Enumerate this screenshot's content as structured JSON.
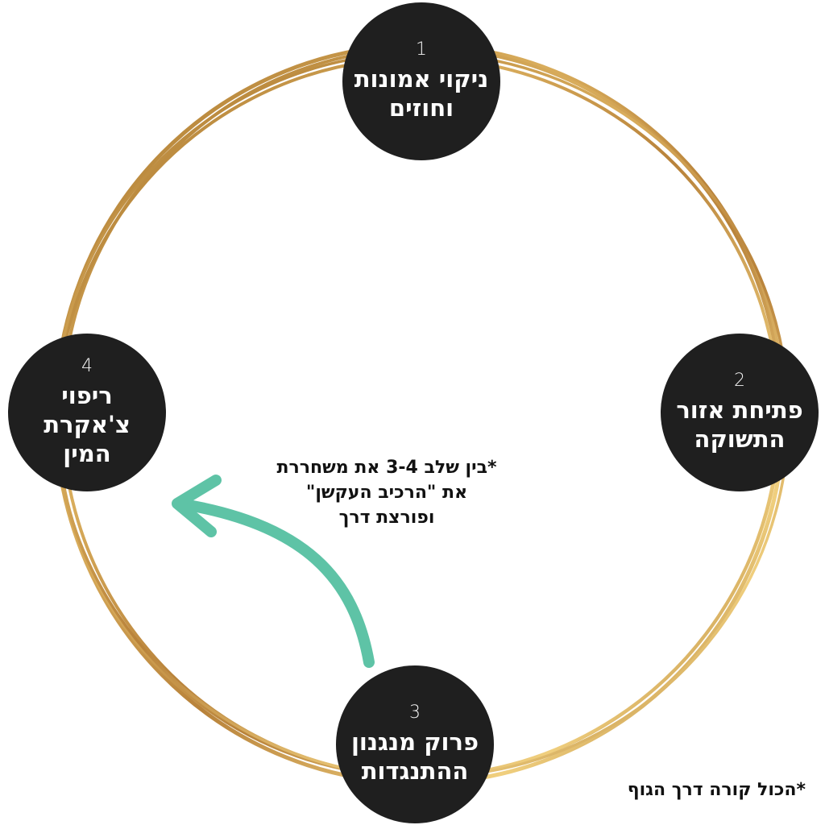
{
  "colors": {
    "ring": "#b98a3f",
    "ring_light": "#e6c271",
    "node_fill": "#1f1f1f",
    "node_text": "#ffffff",
    "arrow": "#5ec3a6",
    "note_text": "#111111"
  },
  "stages": [
    {
      "number": "1",
      "line1": "ניקוי אמונות",
      "line2": "וחוזים"
    },
    {
      "number": "2",
      "line1": "פתיחת אזור",
      "line2": "התשוקה"
    },
    {
      "number": "3",
      "line1": "פרוק מנגנון",
      "line2": "ההתנגדות"
    },
    {
      "number": "4",
      "line1": "ריפוי צ'אקרת",
      "line2": "המין"
    }
  ],
  "stage_note": {
    "line1": "*בין שלב 3-4 את משחררת",
    "line2": "את \"הרכיב העקשן\"",
    "line3": "ופורצת דרך"
  },
  "footer_note": "*הכול קורה דרך הגוף"
}
